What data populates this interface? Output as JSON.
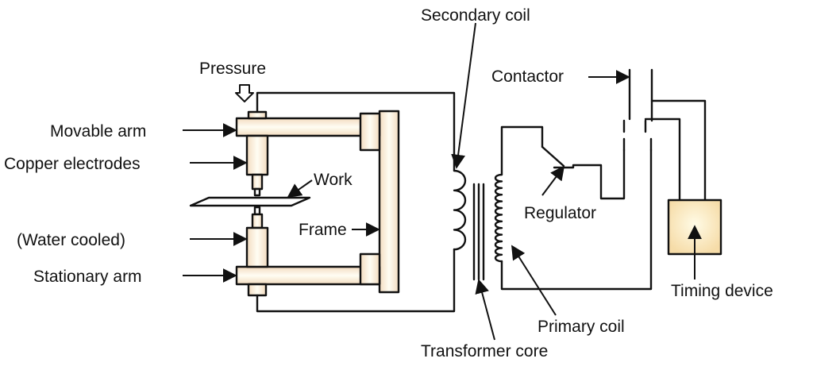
{
  "labels": {
    "secondary_coil": "Secondary coil",
    "pressure": "Pressure",
    "contactor": "Contactor",
    "movable_arm": "Movable arm",
    "copper_electrodes": "Copper electrodes",
    "work": "Work",
    "frame": "Frame",
    "water_cooled": "(Water cooled)",
    "stationary_arm": "Stationary arm",
    "regulator": "Regulator",
    "timing_device": "Timing device",
    "primary_coil": "Primary coil",
    "transformer_core": "Transformer core"
  },
  "colors": {
    "stroke": "#111111",
    "part_fill_light": "#fffdf3",
    "part_fill_warm": "#f3dcc0",
    "timing_glow": "#fff3c8"
  }
}
